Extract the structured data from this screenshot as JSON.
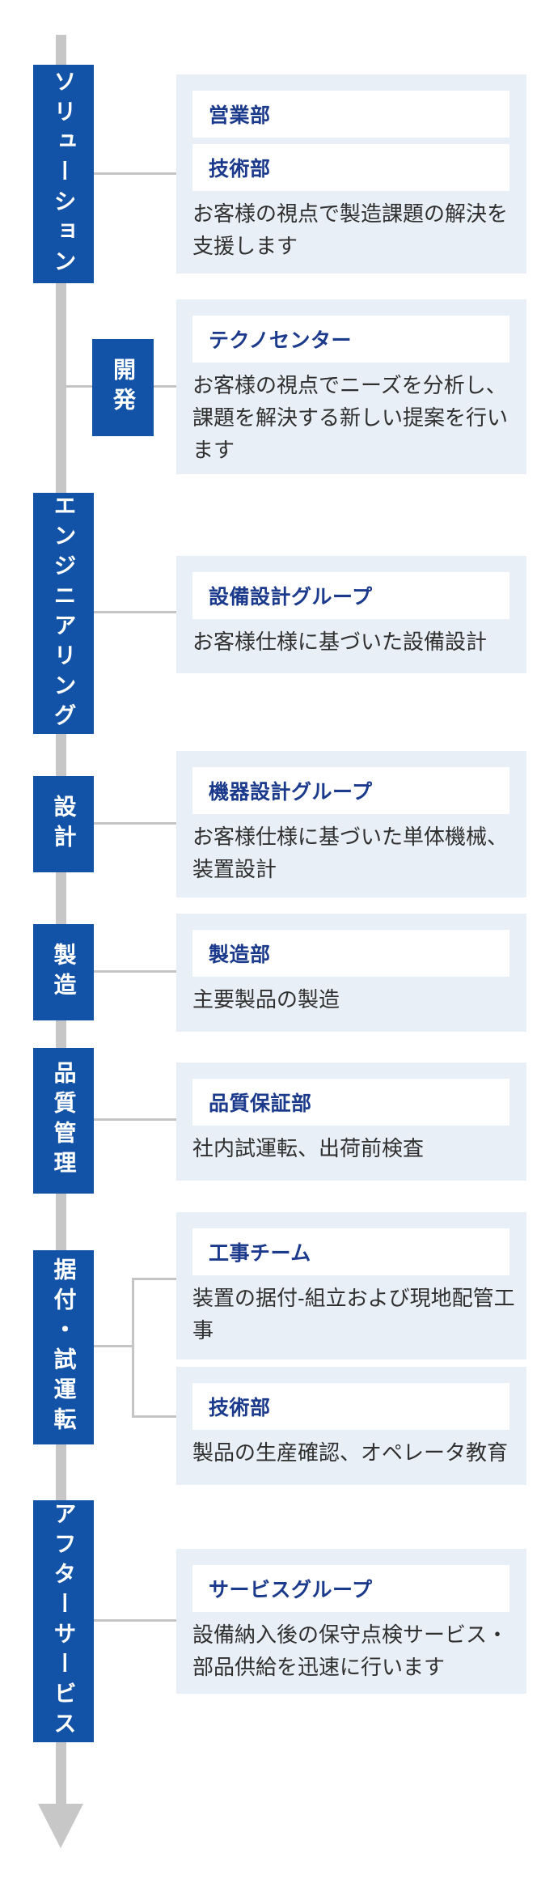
{
  "diagram_title": "production-process-flow",
  "colors": {
    "stage_blue": "#1253a8",
    "panel_background": "#e9eff6",
    "department_navy": "#1b3a8c",
    "description_text": "#2f2f2f",
    "arrow_gray": "#c7c7c7",
    "connector_gray": "#c5c5c5"
  },
  "stages": [
    {
      "label": "ソリューション"
    },
    {
      "label": "開発"
    },
    {
      "label": "エンジニアリング"
    },
    {
      "label": "設計"
    },
    {
      "label": "製造"
    },
    {
      "label": "品質管理"
    },
    {
      "label": "据付・試運転"
    },
    {
      "label": "アフターサービス"
    }
  ],
  "panels": [
    {
      "departments": [
        "営業部",
        "技術部"
      ],
      "description": "お客様の視点で製造課題の解決を支援します"
    },
    {
      "departments": [
        "テクノセンター"
      ],
      "description": "お客様の視点でニーズを分析し、課題を解決する新しい提案を行います"
    },
    {
      "departments": [
        "設備設計グループ"
      ],
      "description": "お客様仕様に基づいた設備設計"
    },
    {
      "departments": [
        "機器設計グループ"
      ],
      "description": "お客様仕様に基づいた単体機械、装置設計"
    },
    {
      "departments": [
        "製造部"
      ],
      "description": "主要製品の製造"
    },
    {
      "departments": [
        "品質保証部"
      ],
      "description": "社内試運転、出荷前検査"
    },
    {
      "departments": [
        "工事チーム"
      ],
      "description": "装置の据付-組立および現地配管工事"
    },
    {
      "departments": [
        "技術部"
      ],
      "description": "製品の生産確認、オペレータ教育"
    },
    {
      "departments": [
        "サービスグループ"
      ],
      "description": "設備納入後の保守点検サービス・部品供給を迅速に行います"
    }
  ]
}
